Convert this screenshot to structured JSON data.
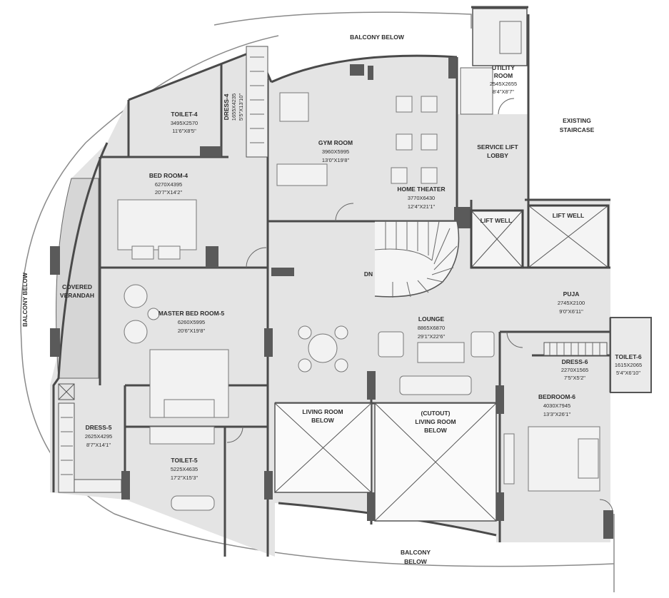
{
  "rooms": [
    {
      "id": "balcony-top",
      "name": "BALCONY BELOW",
      "size": "",
      "imperial": ""
    },
    {
      "id": "balcony-left",
      "name": "BALCONY BELOW",
      "size": "",
      "imperial": ""
    },
    {
      "id": "balcony-bottom",
      "name": "BALCONY BELOW",
      "size": "",
      "imperial": ""
    },
    {
      "id": "toilet-4",
      "name": "TOILET-4",
      "size": "3495X2570",
      "imperial": "11'6\"X8'5\""
    },
    {
      "id": "dress-4",
      "name": "DRESS-4",
      "size": "1655X4235",
      "imperial": "5'5\"X13'10\""
    },
    {
      "id": "gym-room",
      "name": "GYM ROOM",
      "size": "3960X5995",
      "imperial": "13'0\"X19'8\""
    },
    {
      "id": "utility-room",
      "name": "UTILITY ROOM",
      "size": "2545X2655",
      "imperial": "8'4\"X8'7\""
    },
    {
      "id": "existing-staircase",
      "name": "EXISTING STAIRCASE",
      "size": "",
      "imperial": ""
    },
    {
      "id": "service-lift-lobby",
      "name": "SERVICE LIFT LOBBY",
      "size": "",
      "imperial": ""
    },
    {
      "id": "bed-room-4",
      "name": "BED ROOM-4",
      "size": "6270X4395",
      "imperial": "20'7\"X14'2\""
    },
    {
      "id": "home-theater",
      "name": "HOME THEATER",
      "size": "3770X6430",
      "imperial": "12'4\"X21'1\""
    },
    {
      "id": "lift-well-1",
      "name": "LIFT WELL",
      "size": "",
      "imperial": ""
    },
    {
      "id": "lift-well-2",
      "name": "LIFT WELL",
      "size": "",
      "imperial": ""
    },
    {
      "id": "covered-verandah",
      "name": "COVERED VERANDAH",
      "size": "",
      "imperial": ""
    },
    {
      "id": "puja",
      "name": "PUJA",
      "size": "2745X2100",
      "imperial": "9'0\"X6'11\""
    },
    {
      "id": "master-bed-room-5",
      "name": "MASTER BED ROOM-5",
      "size": "6260X5995",
      "imperial": "20'6\"X19'8\""
    },
    {
      "id": "lounge",
      "name": "LOUNGE",
      "size": "8865X6870",
      "imperial": "29'1\"X22'6\""
    },
    {
      "id": "dress-6",
      "name": "DRESS-6",
      "size": "2270X1565",
      "imperial": "7'5\"X5'2\""
    },
    {
      "id": "toilet-6",
      "name": "TOILET-6",
      "size": "1615X2065",
      "imperial": "5'4\"X6'10\""
    },
    {
      "id": "bedroom-6",
      "name": "BEDROOM-6",
      "size": "4030X7945",
      "imperial": "13'3\"X26'1\""
    },
    {
      "id": "dress-5",
      "name": "DRESS-5",
      "size": "2625X4295",
      "imperial": "8'7\"X14'1\""
    },
    {
      "id": "living-room-below",
      "name": "LIVING ROOM BELOW",
      "size": "",
      "imperial": ""
    },
    {
      "id": "cutout-living-room",
      "name": "(CUTOUT) LIVING ROOM BELOW",
      "size": "",
      "imperial": ""
    },
    {
      "id": "toilet-5",
      "name": "TOILET-5",
      "size": "5225X4635",
      "imperial": "17'2\"X15'3\""
    }
  ],
  "labels": {
    "dn": "DN",
    "balcony_top": "BALCONY BELOW",
    "balcony_left": "BALCONY BELOW",
    "balcony_bottom_1": "BALCONY",
    "balcony_bottom_2": "BELOW",
    "toilet4_name": "TOILET-4",
    "toilet4_size": "3495X2570",
    "toilet4_imp": "11'6\"X8'5\"",
    "dress4_name": "DRESS-4",
    "dress4_size": "1655X4235",
    "dress4_imp": "5'5\"X13'10\"",
    "gym_name": "GYM ROOM",
    "gym_size": "3960X5995",
    "gym_imp": "13'0\"X19'8\"",
    "utility_1": "UTILITY",
    "utility_2": "ROOM",
    "utility_size": "2545X2655",
    "utility_imp": "8'4\"X8'7\"",
    "stair_1": "EXISTING",
    "stair_2": "STAIRCASE",
    "slobby_1": "SERVICE LIFT",
    "slobby_2": "LOBBY",
    "bed4_name": "BED ROOM-4",
    "bed4_size": "6270X4395",
    "bed4_imp": "20'7\"X14'2\"",
    "ht_name": "HOME THEATER",
    "ht_size": "3770X6430",
    "ht_imp": "12'4\"X21'1\"",
    "lift1": "LIFT WELL",
    "lift2": "LIFT WELL",
    "verandah_1": "COVERED",
    "verandah_2": "VERANDAH",
    "puja_name": "PUJA",
    "puja_size": "2745X2100",
    "puja_imp": "9'0\"X6'11\"",
    "mbr_name": "MASTER BED ROOM-5",
    "mbr_size": "6260X5995",
    "mbr_imp": "20'6\"X19'8\"",
    "lounge_name": "LOUNGE",
    "lounge_size": "8865X6870",
    "lounge_imp": "29'1\"X22'6\"",
    "dress6_name": "DRESS-6",
    "dress6_size": "2270X1565",
    "dress6_imp": "7'5\"X5'2\"",
    "toilet6_name": "TOILET-6",
    "toilet6_size": "1615X2065",
    "toilet6_imp": "5'4\"X6'10\"",
    "bed6_name": "BEDROOM-6",
    "bed6_size": "4030X7945",
    "bed6_imp": "13'3\"X26'1\"",
    "dress5_name": "DRESS-5",
    "dress5_size": "2625X4295",
    "dress5_imp": "8'7\"X14'1\"",
    "lrb_1": "LIVING ROOM",
    "lrb_2": "BELOW",
    "cut_1": "(CUTOUT)",
    "cut_2": "LIVING ROOM",
    "cut_3": "BELOW",
    "toilet5_name": "TOILET-5",
    "toilet5_size": "5225X4635",
    "toilet5_imp": "17'2\"X15'3\""
  }
}
